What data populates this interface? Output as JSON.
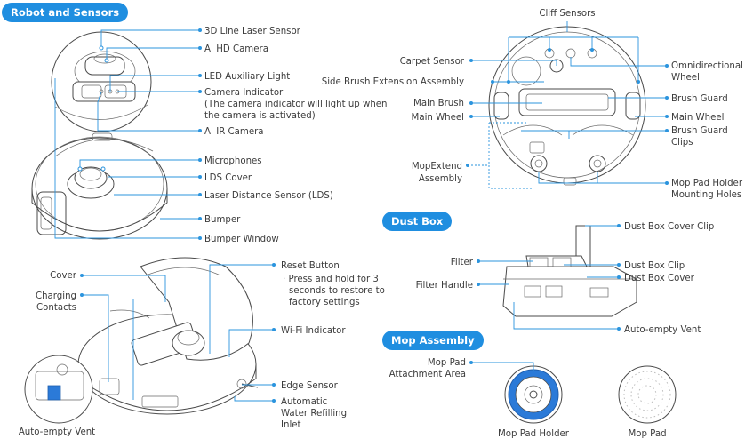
{
  "sections": {
    "robot": "Robot and Sensors",
    "dust_box": "Dust Box",
    "mop": "Mop Assembly"
  },
  "robot_top_labels": [
    "3D Line Laser Sensor",
    "AI HD Camera",
    "LED Auxiliary Light",
    "Camera Indicator",
    "(The camera indicator will light up when",
    "the camera is activated)",
    "AI IR Camera",
    "Microphones",
    "LDS Cover",
    "Laser Distance Sensor (LDS)",
    "Bumper",
    "Bumper Window"
  ],
  "robot_open_labels": {
    "cover": "Cover",
    "charging_1": "Charging",
    "charging_2": "Contacts",
    "reset": "Reset Button",
    "reset_d1": "· Press and hold for 3",
    "reset_d2": "seconds to restore to",
    "reset_d3": "factory settings",
    "wifi": "Wi-Fi Indicator",
    "edge": "Edge Sensor",
    "water_1": "Automatic",
    "water_2": "Water Refilling",
    "water_3": "Inlet",
    "vent": "Auto-empty Vent"
  },
  "bottom_labels": {
    "cliff": "Cliff Sensors",
    "carpet": "Carpet Sensor",
    "side_brush": "Side Brush Extension Assembly",
    "main_brush": "Main Brush",
    "main_wheel_l": "Main Wheel",
    "mop_extend_1": "MopExtend",
    "mop_extend_2": "Assembly",
    "omni_1": "Omnidirectional",
    "omni_2": "Wheel",
    "brush_guard": "Brush Guard",
    "main_wheel_r": "Main Wheel",
    "clips_1": "Brush Guard",
    "clips_2": "Clips",
    "holder_1": "Mop Pad Holder",
    "holder_2": "Mounting Holes"
  },
  "dust_box_labels": {
    "cover_clip": "Dust Box Cover Clip",
    "filter": "Filter",
    "clip": "Dust Box Clip",
    "filter_handle": "Filter Handle",
    "cover": "Dust Box Cover",
    "vent": "Auto-empty Vent"
  },
  "mop_labels": {
    "attach_1": "Mop Pad",
    "attach_2": "Attachment Area",
    "holder": "Mop Pad Holder",
    "pad": "Mop Pad"
  },
  "colors": {
    "accent": "#1f8ee0",
    "line": "#2b94de",
    "ink": "#4a4a4a"
  }
}
